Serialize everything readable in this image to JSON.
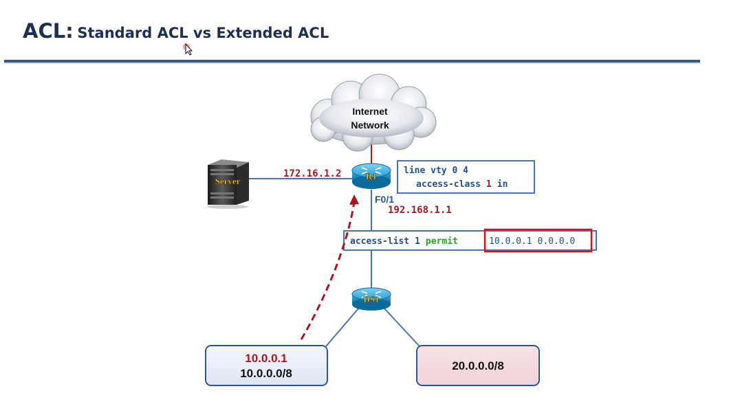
{
  "title": {
    "main": "ACL:",
    "sub": "Standard ACL vs Extended ACL"
  },
  "colors": {
    "title": "#1f2f52",
    "rule": "#3a5a8c",
    "link_red": "#b01e1e",
    "link_blue": "#4a72b0",
    "ip_red": "#a8171d",
    "ip_blue": "#2b5596",
    "cmd_blue": "#1f4f8f",
    "keyword_green": "#2aa02a",
    "highlight_red": "#d6121c",
    "device_blue": "#1a8fc4",
    "device_label": "#ffd93a"
  },
  "diagram": {
    "cloud": {
      "line1": "Internet",
      "line2": "Network"
    },
    "router": {
      "label": "R1",
      "icon": "router-icon"
    },
    "server": {
      "label": "Server",
      "icon": "server-icon"
    },
    "switch": {
      "label": "DS1",
      "icon": "switch-icon"
    },
    "server_link_ip": "172.16.1.2",
    "interface": "F0/1",
    "interface_ip": "192.168.1.1",
    "vty_config": {
      "line1": "line vty 0 4",
      "line2_prefix": "access-class",
      "line2_num": "1",
      "line2_suffix": "in"
    },
    "acl_statement": {
      "keyword": "access-list",
      "number": "1",
      "action": "permit",
      "match": "10.0.0.1 0.0.0.0"
    },
    "host_left": {
      "ip": "10.0.0.1",
      "network": "10.0.0.0/8"
    },
    "host_right": {
      "network": "20.0.0.0/8"
    }
  }
}
